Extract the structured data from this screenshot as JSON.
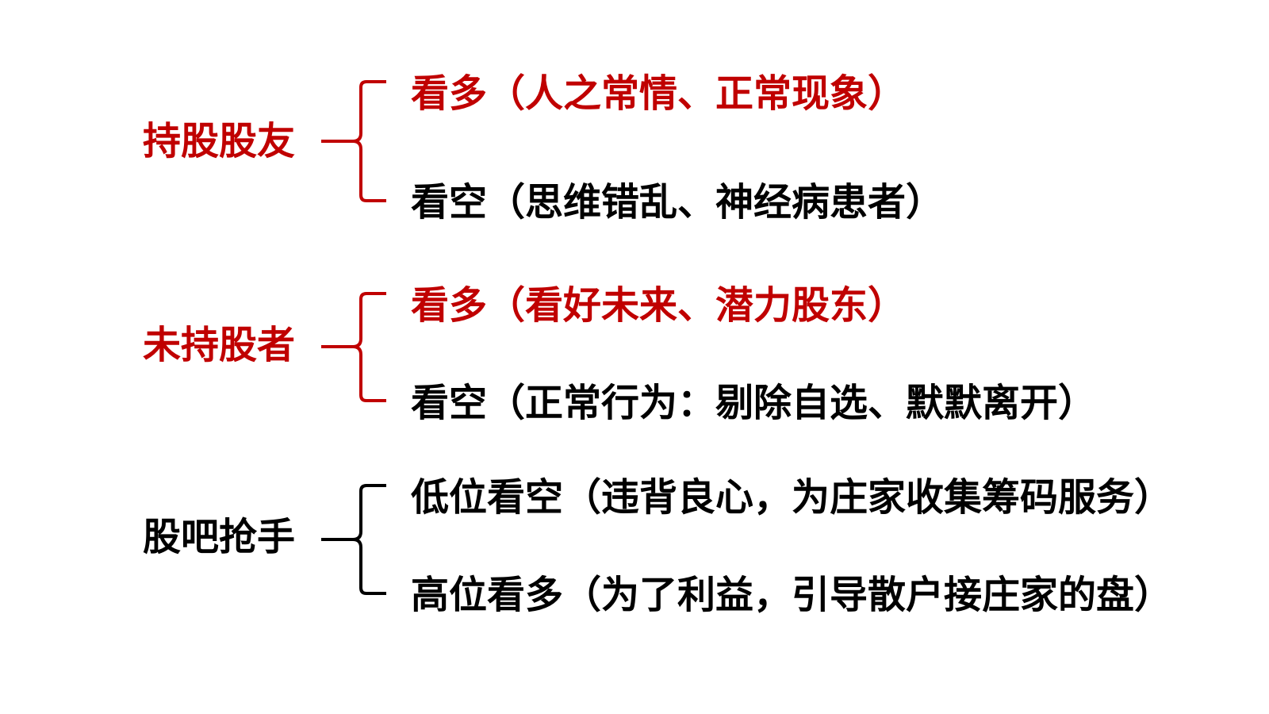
{
  "colors": {
    "accent": "#C00000",
    "text": "#000000"
  },
  "groups": [
    {
      "label": "持股股友",
      "color": "#C00000",
      "bracket_color": "#C00000",
      "items": [
        {
          "text": "看多（人之常情、正常现象）",
          "color": "#C00000"
        },
        {
          "text": "看空（思维错乱、神经病患者）",
          "color": "#000000"
        }
      ]
    },
    {
      "label": "未持股者",
      "color": "#C00000",
      "bracket_color": "#C00000",
      "items": [
        {
          "text": "看多（看好未来、潜力股东）",
          "color": "#C00000"
        },
        {
          "text": "看空（正常行为：剔除自选、默默离开）",
          "color": "#000000"
        }
      ]
    },
    {
      "label": "股吧抢手",
      "color": "#000000",
      "bracket_color": "#000000",
      "items": [
        {
          "text": "低位看空（违背良心，为庄家收集筹码服务）",
          "color": "#000000"
        },
        {
          "text": "高位看多（为了利益，引导散户接庄家的盘）",
          "color": "#000000"
        }
      ]
    }
  ]
}
